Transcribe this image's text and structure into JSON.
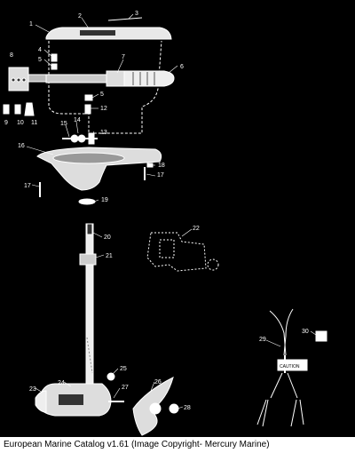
{
  "caption": "European Marine Catalog v1.61 (Image Copyright- Mercury Marine)",
  "callouts": [
    "1",
    "2",
    "3",
    "4",
    "5",
    "6",
    "7",
    "8",
    "9",
    "10",
    "11",
    "12",
    "13",
    "14",
    "15",
    "16",
    "17",
    "18",
    "19",
    "20",
    "21",
    "22",
    "23",
    "24",
    "25",
    "26",
    "27",
    "28",
    "29",
    "30"
  ],
  "extra_callouts": {
    "5b": "5",
    "17b": "17"
  },
  "label_text": "CAUTION"
}
